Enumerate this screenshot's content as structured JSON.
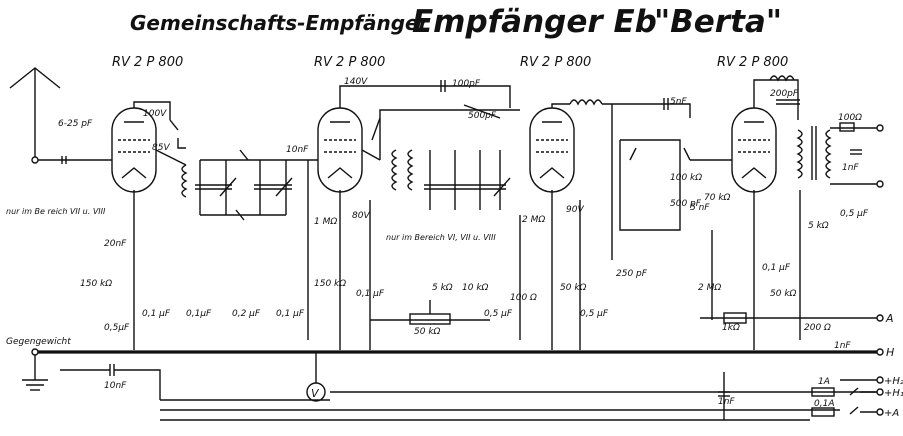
{
  "title": {
    "prefix": "Gemeinschafts-Empfänger",
    "main": "Empfänger Eb",
    "name": "\"Berta\""
  },
  "tubes": [
    {
      "label": "RV 2 P 800"
    },
    {
      "label": "RV 2 P 800"
    },
    {
      "label": "RV 2 P 800"
    },
    {
      "label": "RV 2 P 800"
    }
  ],
  "components": {
    "c_ant": "6-25 pF",
    "v100": "100V",
    "v85": "85V",
    "c10_1": "10nF",
    "v140": "140V",
    "c100p": "100pF",
    "c500p": "500pF",
    "l5nf": "5nF",
    "c200p": "200pF",
    "r100ohm": "100Ω",
    "c1nf_out": "1nF",
    "r5k_out": "5 kΩ",
    "c05_out": "0,5 µF",
    "note_range1": "nur im Be reich VII u. VIII",
    "note_range2": "nur im Bereich VI, VII u. VIII",
    "c20nf": "20nF",
    "r150_1": "150 kΩ",
    "c05_1": "0,5µF",
    "c01_1": "0,1 µF",
    "c01_2": "0,1µF",
    "c02": "0,2 µF",
    "c01_3": "0,1 µF",
    "r1m": "1 MΩ",
    "r150_2": "150 kΩ",
    "v80": "80V",
    "c01_4": "0,1 µF",
    "r5k": "5 kΩ",
    "r50k": "50 kΩ",
    "r10k": "10 kΩ",
    "r2m": "2 MΩ",
    "r100ohm2": "100 Ω",
    "c05_2": "0,5 µF",
    "v90": "90V",
    "r50k2": "50 kΩ",
    "c05_3": "0,5 µF",
    "c250": "250 pF",
    "r100k": "100 kΩ",
    "c500": "500 pF",
    "c5nf": "5 nF",
    "r70k": "70 kΩ",
    "r2m2": "2 MΩ",
    "r1k": "1kΩ",
    "c01_5": "0,1 µF",
    "r50k3": "50 kΩ",
    "r200": "200 Ω",
    "c1nf": "1nF",
    "c1nf2": "1nF",
    "c10nf": "10nF",
    "gegengewicht": "Gegengewicht",
    "meter": "V",
    "fuse1": "1A",
    "fuse2": "0,1A"
  },
  "terminals": [
    "A",
    "H",
    "+H₂",
    "+H₁",
    "+A"
  ]
}
